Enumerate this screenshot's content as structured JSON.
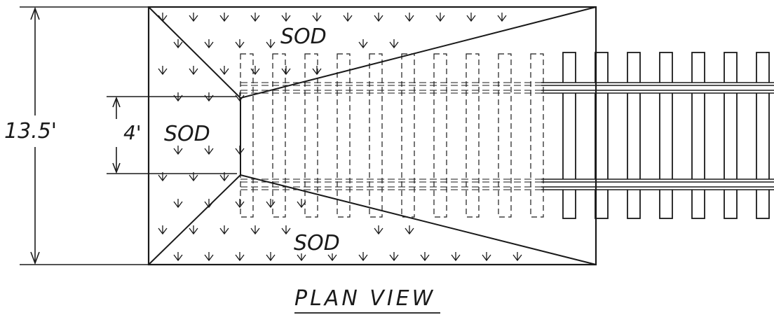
{
  "drawing": {
    "title": "PLAN VIEW",
    "labels": {
      "sod_top": "SOD",
      "sod_middle": "SOD",
      "sod_bottom": "SOD"
    },
    "dimensions": {
      "overall": "13.5'",
      "opening": "4'"
    },
    "ink_color": "#1a1a1a",
    "symbols": {
      "grass": "down-arrow-v-symbol",
      "tie": "railroad-tie",
      "rail": "rail"
    }
  }
}
